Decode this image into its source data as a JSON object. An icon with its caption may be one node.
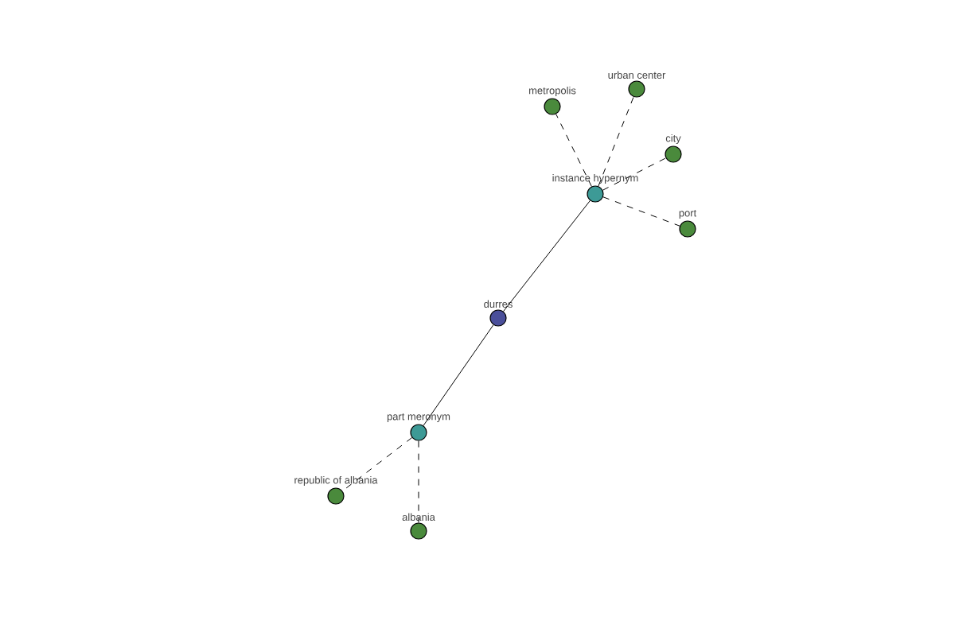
{
  "diagram": {
    "nodes": [
      {
        "text": [
          "metropolis"
        ]
      },
      {
        "text": [
          "urban center"
        ]
      },
      {
        "text": [
          "city"
        ]
      },
      {
        "text": [
          "instance hypernym"
        ]
      },
      {
        "text": [
          "port"
        ]
      },
      {
        "text": [
          "durres"
        ]
      },
      {
        "text": [
          "part meronym"
        ]
      },
      {
        "text": [
          "republic of albania"
        ]
      },
      {
        "text": [
          "albania"
        ]
      }
    ],
    "edges": [
      {
        "from": 3,
        "to": 0,
        "arrow": "none",
        "style": "dashed"
      },
      {
        "from": 3,
        "to": 1,
        "arrow": "none",
        "style": "dashed"
      },
      {
        "from": 3,
        "to": 2,
        "arrow": "none",
        "style": "dashed"
      },
      {
        "from": 3,
        "to": 4,
        "arrow": "none",
        "style": "dashed"
      },
      {
        "from": 5,
        "to": 3,
        "arrow": "none"
      },
      {
        "from": 5,
        "to": 6,
        "arrow": "none"
      },
      {
        "from": 6,
        "to": 7,
        "arrow": "none",
        "style": "dashed"
      },
      {
        "from": 6,
        "to": 8,
        "arrow": "none",
        "style": "dashed"
      }
    ]
  }
}
